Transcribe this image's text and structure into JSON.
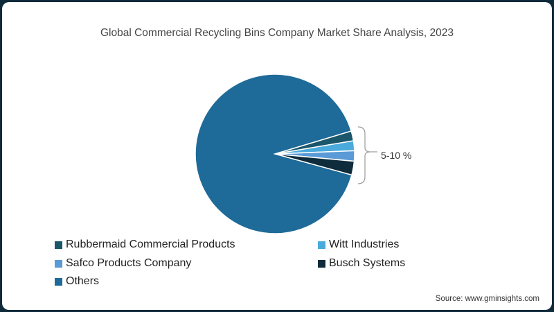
{
  "chart_data": {
    "type": "pie",
    "title": "Global Commercial Recycling Bins Company Market Share Analysis, 2023",
    "slices": [
      {
        "name": "Rubbermaid Commercial Products",
        "value": 2,
        "color": "#1b566b"
      },
      {
        "name": "Witt Industries",
        "value": 2,
        "color": "#4aaadb"
      },
      {
        "name": "Safco Products Company",
        "value": 2.1,
        "color": "#5a9ad6"
      },
      {
        "name": "Busch Systems",
        "value": 2.8,
        "color": "#0e2c3b"
      },
      {
        "name": "Others",
        "value": 91.1,
        "color": "#1e6a98"
      }
    ],
    "annotation": "5-10 %",
    "legend_placement": "bottom"
  },
  "source": "Source: www.gminsights.com"
}
